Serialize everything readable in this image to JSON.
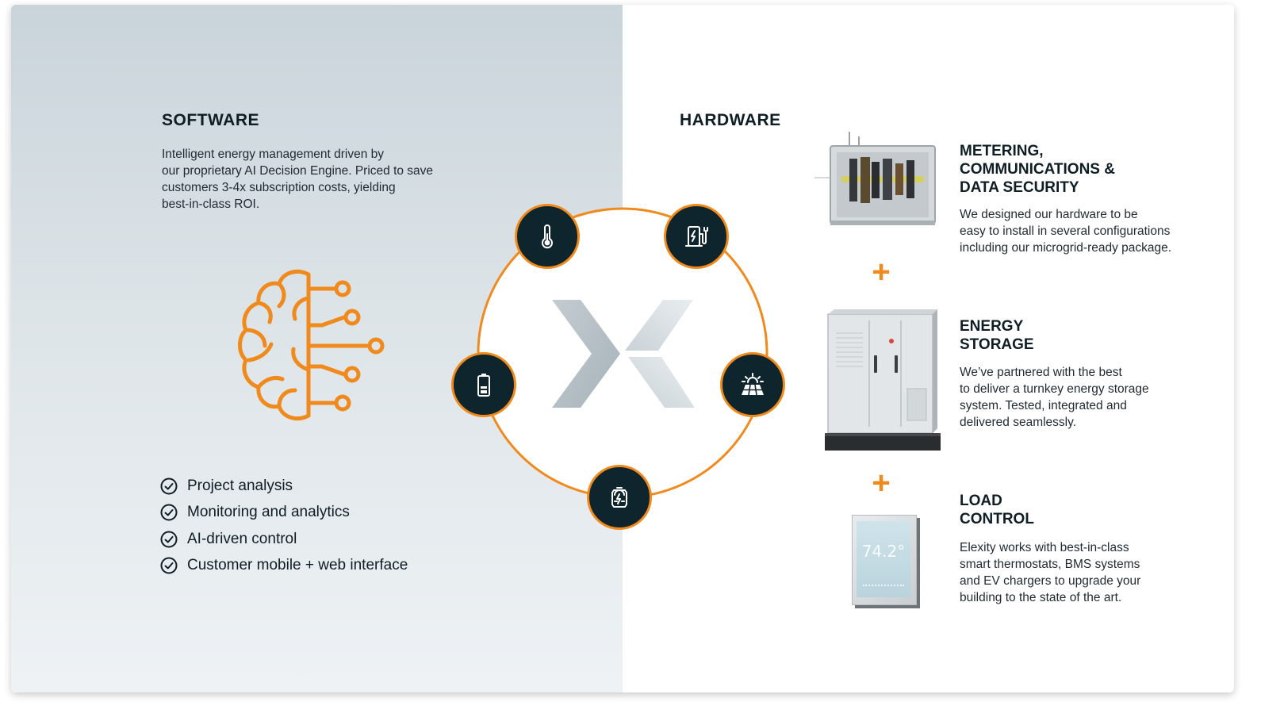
{
  "software": {
    "title": "SOFTWARE",
    "description_lines": [
      "Intelligent energy management driven by",
      "our proprietary AI Decision Engine. Priced to save",
      "customers 3-4x subscription costs, yielding",
      "best-in-class ROI."
    ],
    "features": [
      "Project analysis",
      "Monitoring and analytics",
      "AI-driven control",
      "Customer mobile + web interface"
    ]
  },
  "hardware": {
    "title": "HARDWARE",
    "items": [
      {
        "title_lines": [
          "METERING,",
          "COMMUNICATIONS &",
          "DATA SECURITY"
        ],
        "desc_lines": [
          "We designed our hardware to be",
          "easy to install in several configurations",
          "including our microgrid-ready package."
        ]
      },
      {
        "title_lines": [
          "ENERGY",
          "STORAGE"
        ],
        "desc_lines": [
          "We’ve partnered with the best",
          "to deliver a turnkey energy storage",
          "system. Tested, integrated and",
          "delivered seamlessly."
        ]
      },
      {
        "title_lines": [
          "LOAD",
          "CONTROL"
        ],
        "desc_lines": [
          "Elexity works with best-in-class",
          "smart thermostats, BMS systems",
          "and EV chargers to upgrade your",
          "building to the state of the art."
        ]
      }
    ],
    "separator": "+",
    "thermostat_reading": "74.2°"
  },
  "diagram": {
    "nodes": [
      "thermometer-icon",
      "ev-charger-icon",
      "solar-panel-icon",
      "smart-meter-icon",
      "battery-icon"
    ]
  },
  "colors": {
    "accent": "#f08a1c",
    "node_fill": "#0f252d",
    "text": "#0f1d24"
  }
}
